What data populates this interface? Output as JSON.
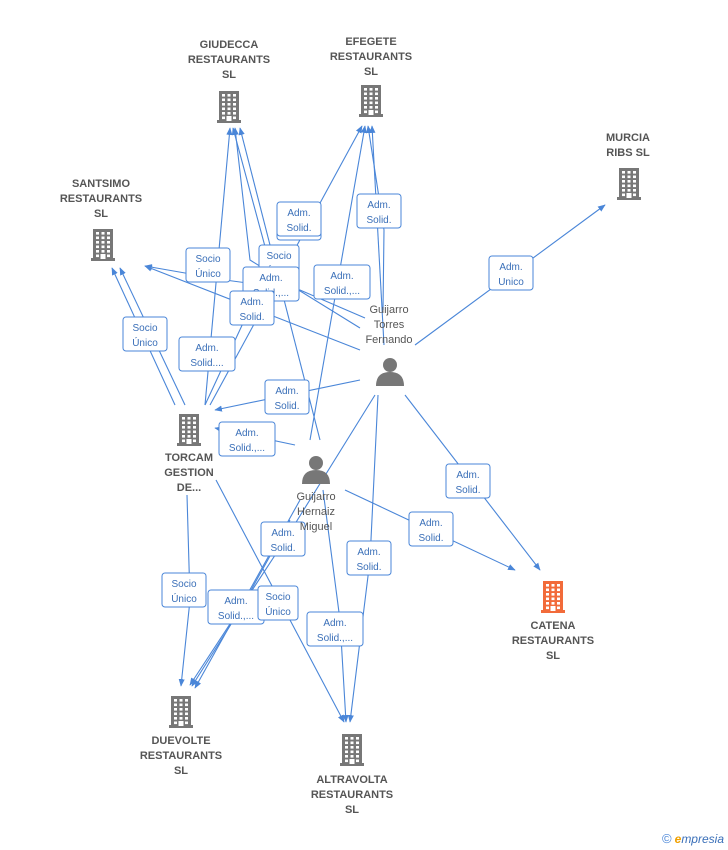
{
  "colors": {
    "edge": "#4a86d8",
    "company": "#777777",
    "highlight": "#f26b3a",
    "person": "#777777"
  },
  "nodes": [
    {
      "id": "giudecca",
      "type": "company",
      "lines": [
        "GIUDECCA",
        "RESTAURANTS",
        "SL"
      ]
    },
    {
      "id": "efegete",
      "type": "company",
      "lines": [
        "EFEGETE",
        "RESTAURANTS",
        "SL"
      ]
    },
    {
      "id": "murcia",
      "type": "company",
      "lines": [
        "MURCIA",
        "RIBS SL"
      ]
    },
    {
      "id": "santsimo",
      "type": "company",
      "lines": [
        "SANTSIMO",
        "RESTAURANTS",
        "SL"
      ]
    },
    {
      "id": "torcam",
      "type": "company",
      "lines": [
        "TORCAM",
        "GESTION",
        "DE..."
      ]
    },
    {
      "id": "catena",
      "type": "company-highlight",
      "lines": [
        "CATENA",
        "RESTAURANTS",
        "SL"
      ]
    },
    {
      "id": "duevolte",
      "type": "company",
      "lines": [
        "DUEVOLTE",
        "RESTAURANTS",
        "SL"
      ]
    },
    {
      "id": "altravolta",
      "type": "company",
      "lines": [
        "ALTRAVOLTA",
        "RESTAURANTS",
        "SL"
      ]
    },
    {
      "id": "fernando",
      "type": "person",
      "lines": [
        "Guijarro",
        "Torres",
        "Fernando"
      ]
    },
    {
      "id": "miguel",
      "type": "person",
      "lines": [
        "Guijarro",
        "Hernaiz",
        "Miguel"
      ]
    }
  ],
  "edge_labels": [
    [
      "Adm.",
      "Solid."
    ],
    [
      "Adm.",
      "Solid."
    ],
    [
      "Adm.",
      "Unico"
    ],
    [
      "Socio",
      "Único"
    ],
    [
      "Socio",
      "Único"
    ],
    [
      "Adm.",
      "Solid.,..."
    ],
    [
      "Adm.",
      "Solid.,..."
    ],
    [
      "Adm.",
      "Solid."
    ],
    [
      "Socio",
      "Único"
    ],
    [
      "Adm.",
      "Solid...."
    ],
    [
      "Adm.",
      "Solid."
    ],
    [
      "Adm.",
      "Solid.,..."
    ],
    [
      "Adm.",
      "Solid."
    ],
    [
      "Adm.",
      "Solid."
    ],
    [
      "Adm.",
      "Solid."
    ],
    [
      "Adm.",
      "Solid."
    ],
    [
      "Socio",
      "Único"
    ],
    [
      "Adm.",
      "Solid.,..."
    ],
    [
      "Socio",
      "Único"
    ],
    [
      "Adm.",
      "Solid.,..."
    ],
    [
      "Adm.",
      "Solid."
    ]
  ],
  "footer": {
    "copyright": "©",
    "brand_first": "e",
    "brand_rest": "mpresia"
  }
}
